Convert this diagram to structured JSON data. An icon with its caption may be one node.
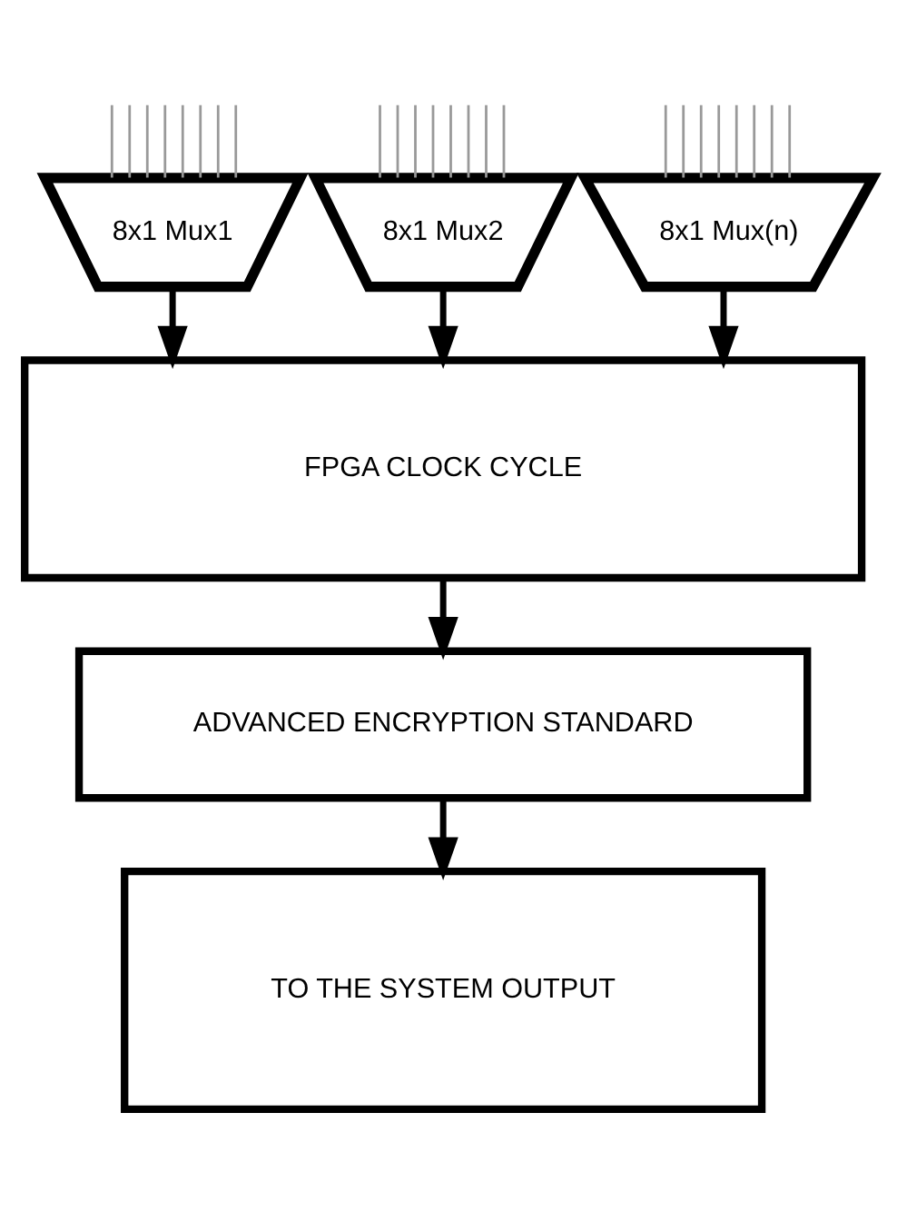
{
  "diagram": {
    "nodes": [
      {
        "text": [
          "8x1 Mux1"
        ]
      },
      {
        "text": [
          "8x1 Mux2"
        ]
      },
      {
        "text": [
          "8x1 Mux(n)"
        ]
      },
      {
        "text": [
          "FPGA CLOCK CYCLE"
        ]
      },
      {
        "text": [
          "ADVANCED ENCRYPTION STANDARD"
        ]
      },
      {
        "text": [
          "TO THE SYSTEM OUTPUT"
        ]
      }
    ],
    "edges": [
      {
        "from": null,
        "to": 0,
        "arrow": "none"
      },
      {
        "from": null,
        "to": 0,
        "arrow": "none"
      },
      {
        "from": null,
        "to": 0,
        "arrow": "none"
      },
      {
        "from": null,
        "to": 0,
        "arrow": "none"
      },
      {
        "from": null,
        "to": 0,
        "arrow": "none"
      },
      {
        "from": null,
        "to": 0,
        "arrow": "none"
      },
      {
        "from": null,
        "to": 0,
        "arrow": "none"
      },
      {
        "from": null,
        "to": 0,
        "arrow": "none"
      },
      {
        "from": null,
        "to": 1,
        "arrow": "none"
      },
      {
        "from": null,
        "to": 1,
        "arrow": "none"
      },
      {
        "from": null,
        "to": 1,
        "arrow": "none"
      },
      {
        "from": null,
        "to": 1,
        "arrow": "none"
      },
      {
        "from": null,
        "to": 1,
        "arrow": "none"
      },
      {
        "from": null,
        "to": 1,
        "arrow": "none"
      },
      {
        "from": null,
        "to": 1,
        "arrow": "none"
      },
      {
        "from": null,
        "to": 1,
        "arrow": "none"
      },
      {
        "from": null,
        "to": 2,
        "arrow": "none"
      },
      {
        "from": null,
        "to": 2,
        "arrow": "none"
      },
      {
        "from": null,
        "to": 2,
        "arrow": "none"
      },
      {
        "from": null,
        "to": 2,
        "arrow": "none"
      },
      {
        "from": null,
        "to": 2,
        "arrow": "none"
      },
      {
        "from": null,
        "to": 2,
        "arrow": "none"
      },
      {
        "from": null,
        "to": 2,
        "arrow": "none"
      },
      {
        "from": null,
        "to": 2,
        "arrow": "none"
      },
      {
        "from": 0,
        "to": 3,
        "arrow": "to",
        "style": "thick",
        "color": "#000000"
      },
      {
        "from": 1,
        "to": 3,
        "arrow": "to",
        "style": "thick",
        "color": "#000000"
      },
      {
        "from": 2,
        "to": 3,
        "arrow": "to",
        "style": "thick",
        "color": "#000000"
      },
      {
        "from": 3,
        "to": 4,
        "arrow": "to",
        "style": "thick",
        "color": "#000000"
      },
      {
        "from": 4,
        "to": 5,
        "arrow": "to",
        "style": "thick",
        "color": "#000000"
      }
    ]
  }
}
